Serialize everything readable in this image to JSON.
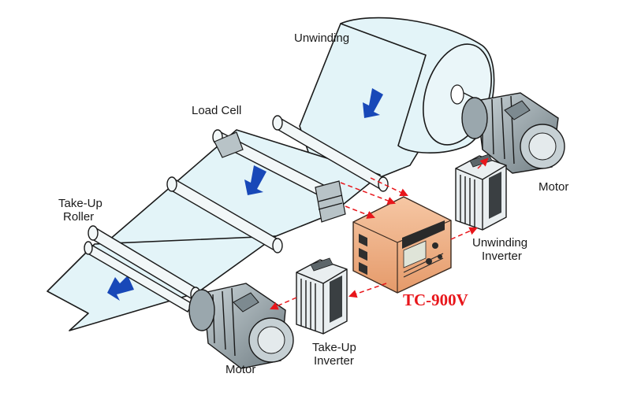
{
  "labels": {
    "unwinding": "Unwinding",
    "load_cell": "Load Cell",
    "take_up_roller_line1": "Take-Up",
    "take_up_roller_line2": "Roller",
    "motor_right": "Motor",
    "unwinding_inverter_line1": "Unwinding",
    "unwinding_inverter_line2": "Inverter",
    "take_up_inverter_line1": "Take-Up",
    "take_up_inverter_line2": "Inverter",
    "motor_bottom": "Motor",
    "controller_model": "TC-900V"
  },
  "colors": {
    "film": "#e3f4f8",
    "arrow": "#1848b8",
    "controller": "#f2b68c",
    "signal_line": "#e8161b",
    "brand_text": "#e8161b"
  }
}
